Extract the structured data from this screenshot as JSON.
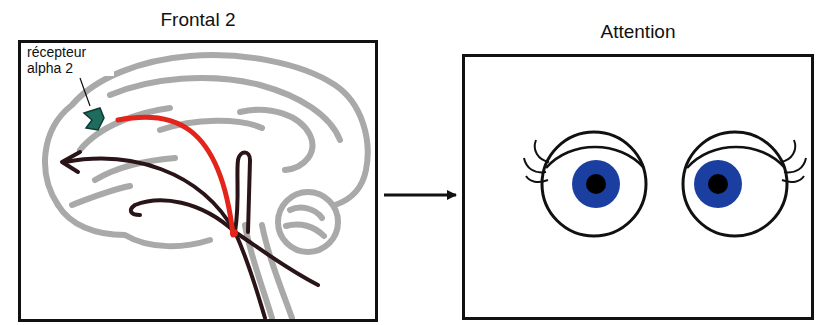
{
  "diagram": {
    "nodes": [
      {
        "text": [
          "Frontal 2"
        ]
      },
      {
        "text": [
          "Attention"
        ]
      }
    ],
    "edges": [
      {
        "from": 0,
        "to": 1,
        "arrow": "to"
      }
    ],
    "labels": [
      "récepteur alpha 2"
    ]
  }
}
